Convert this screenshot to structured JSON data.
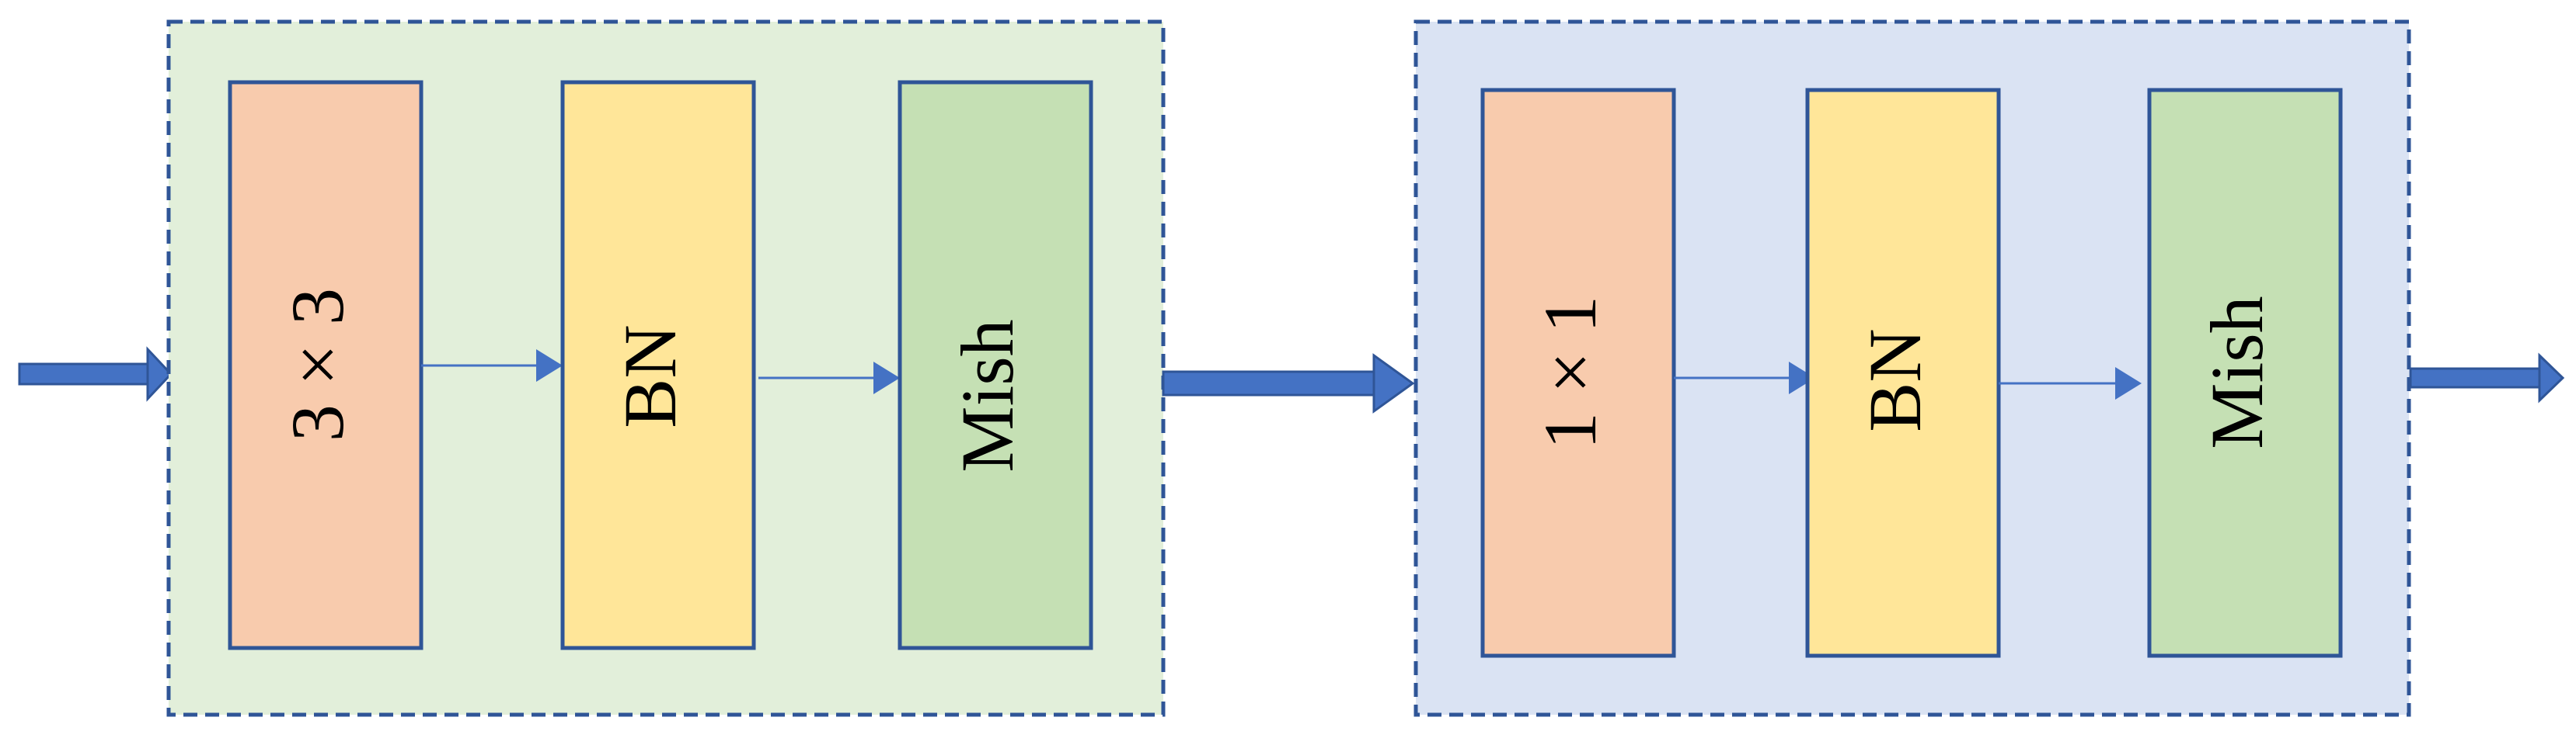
{
  "colors": {
    "group1_fill": "#e2efda",
    "group2_fill": "#dae3f3",
    "group_border": "#2f5597",
    "conv_fill": "#f8cbad",
    "bn_fill": "#ffe699",
    "mish_fill": "#c5e0b4",
    "block_border": "#2f5597",
    "arrow": "#4472c4"
  },
  "group1": {
    "conv_label": "3 × 3",
    "bn_label": "BN",
    "act_label": "Mish"
  },
  "group2": {
    "conv_label": "1 × 1",
    "bn_label": "BN",
    "act_label": "Mish"
  }
}
